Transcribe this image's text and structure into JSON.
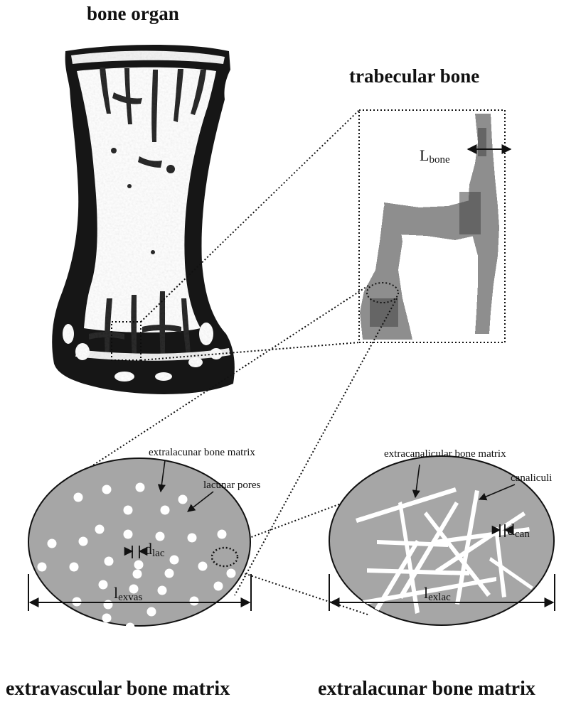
{
  "titles": {
    "bone_organ": "bone organ",
    "trabecular_bone": "trabecular bone"
  },
  "labels": {
    "extralacunar_matrix": "extralacunar bone matrix",
    "lacunar_pores": "lacunar pores",
    "extracanalicular_matrix": "extracanalicular bone matrix",
    "canaliculi": "canaliculi"
  },
  "dimensions": {
    "l_bone": {
      "main": "L",
      "sub": "bone"
    },
    "d_lac": {
      "main": "d",
      "sub": "lac"
    },
    "d_can": {
      "main": "d",
      "sub": "can"
    },
    "l_exvas": {
      "main": "l",
      "sub": "exvas"
    },
    "l_exlac": {
      "main": "l",
      "sub": "exlac"
    }
  },
  "captions": {
    "extravascular": "extravascular bone matrix",
    "extralacunar": "extralacunar bone matrix"
  },
  "colors": {
    "matrix_fill": "#a6a6a6",
    "bone_dark": "#141414",
    "trabecula_gray": "#8a8a8a",
    "pore_white": "#ffffff"
  }
}
